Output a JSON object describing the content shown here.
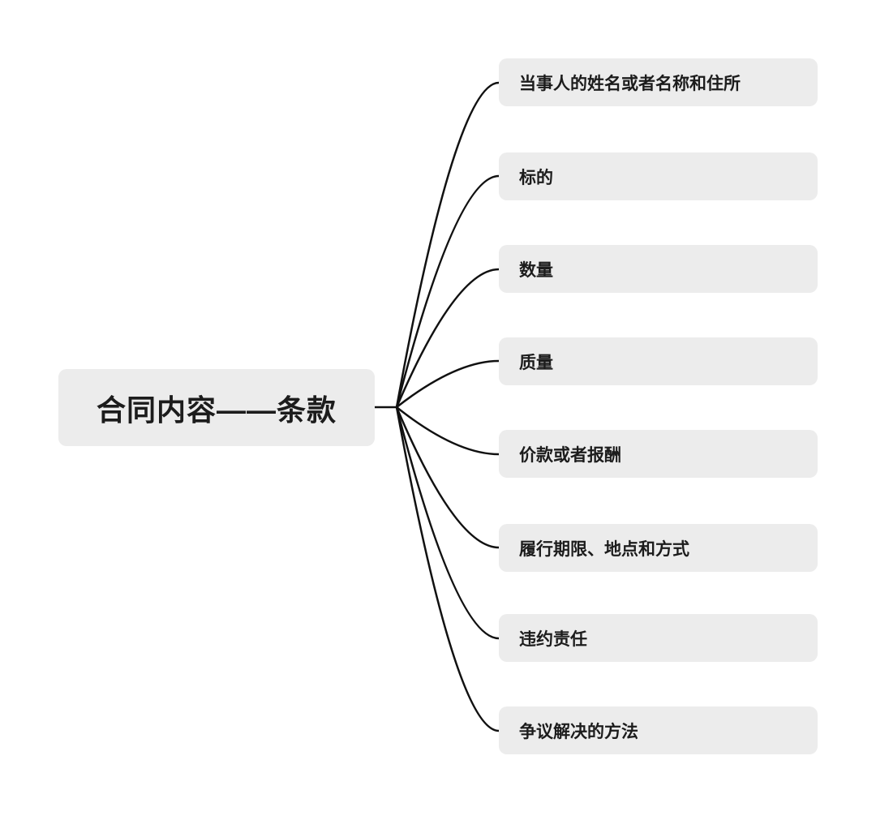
{
  "mindmap": {
    "root": {
      "label": "合同内容——条款"
    },
    "children": [
      {
        "label": "当事人的姓名或者名称和住所"
      },
      {
        "label": "标的"
      },
      {
        "label": "数量"
      },
      {
        "label": "质量"
      },
      {
        "label": "价款或者报酬"
      },
      {
        "label": "履行期限、地点和方式"
      },
      {
        "label": "违约责任"
      },
      {
        "label": "争议解决的方法"
      }
    ],
    "colors": {
      "node_background": "#ececec",
      "text": "#1c1c1c",
      "line": "#111111"
    }
  }
}
